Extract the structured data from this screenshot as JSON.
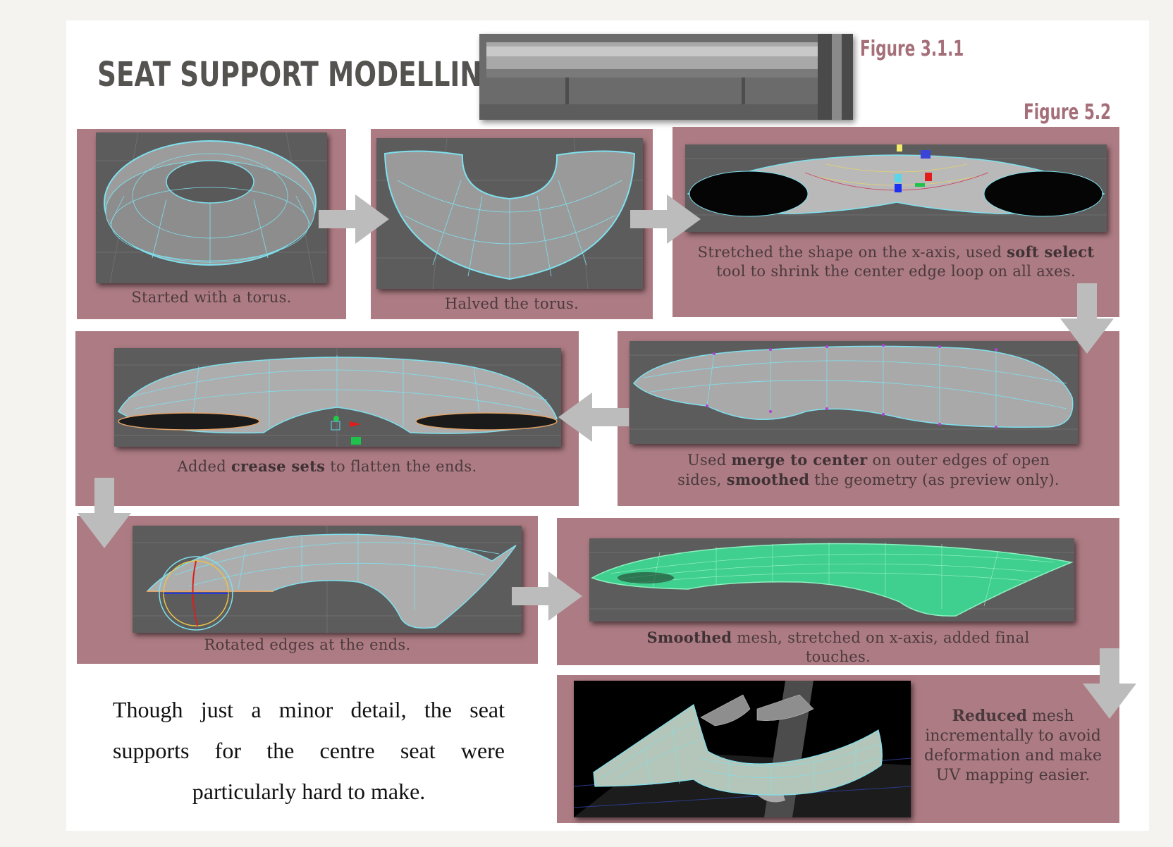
{
  "title": "SEAT SUPPORT MODELLING",
  "figure_labels": {
    "photo": "Figure 3.1.1",
    "sequence": "Figure 5.2"
  },
  "steps": [
    {
      "caption": "Started with a torus."
    },
    {
      "caption": "Halved the torus."
    },
    {
      "caption_a": "Stretched the shape on the x-axis, used ",
      "caption_b": "soft select",
      "caption_c": "tool to shrink the center edge loop on all axes."
    },
    {
      "caption_a": "Used ",
      "caption_b": "merge to center",
      "caption_c": " on outer edges of open",
      "caption_d": "sides, ",
      "caption_e": "smoothed",
      "caption_f": " the geometry (as preview only)."
    },
    {
      "caption_a": "Added ",
      "caption_b": "crease sets",
      "caption_c": " to flatten the ends."
    },
    {
      "caption": "Rotated edges at the ends."
    },
    {
      "caption_a": "Smoothed",
      "caption_b": " mesh, stretched on x-axis, added final",
      "caption_c": "touches."
    },
    {
      "caption_a": "Reduced",
      "caption_b": " mesh incrementally to avoid deformation and make UV mapping easier."
    }
  ],
  "body_text": "Though just a minor detail, the seat supports for the centre seat were particularly hard to make.",
  "colors": {
    "panel": "#ad7b83",
    "arrow": "#b8b8b8",
    "label": "#a56f79",
    "wire": "#7fe0ee"
  }
}
